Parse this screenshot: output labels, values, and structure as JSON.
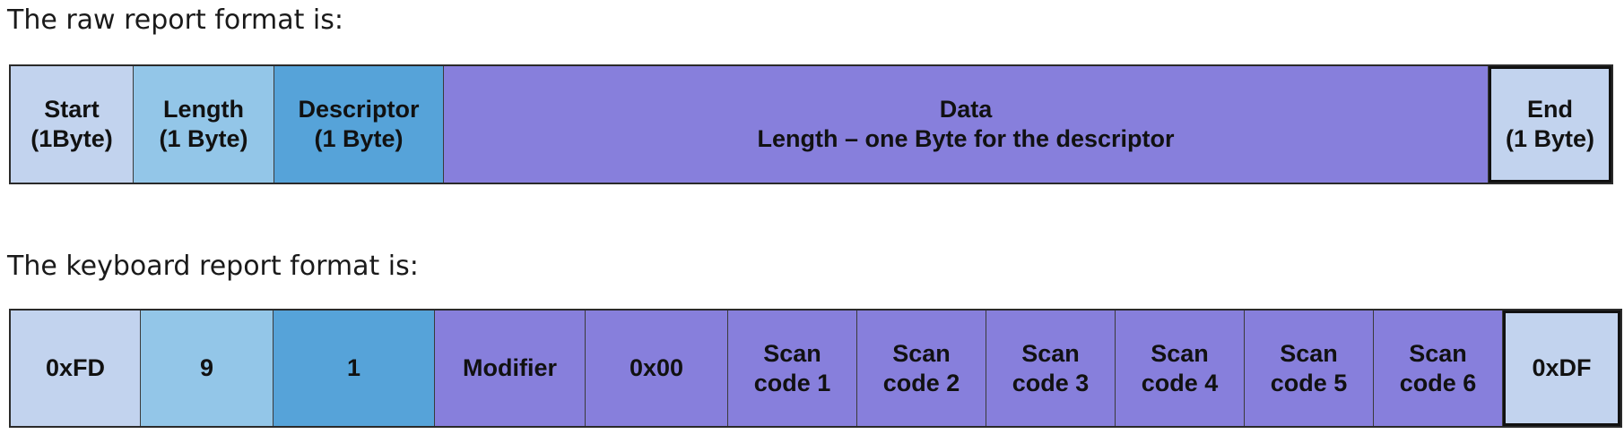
{
  "captions": {
    "raw": "The raw report format is:",
    "keyboard": "The keyboard report format is:"
  },
  "raw_report": {
    "start": "Start\n(1Byte)",
    "length": "Length\n(1 Byte)",
    "descriptor": "Descriptor\n(1 Byte)",
    "data": "Data\nLength – one  Byte for the descriptor",
    "end": "End\n(1 Byte)"
  },
  "keyboard_report": {
    "start": "0xFD",
    "length": "9",
    "descriptor": "1",
    "modifier": "Modifier",
    "reserved": "0x00",
    "scan_codes": [
      "Scan\ncode 1",
      "Scan\ncode 2",
      "Scan\ncode 3",
      "Scan\ncode 4",
      "Scan\ncode 5",
      "Scan\ncode 6"
    ],
    "end": "0xDF"
  },
  "colors": {
    "start_end": "#c2d3ee",
    "length": "#93c6e8",
    "descriptor": "#56a3d9",
    "data": "#877fdc"
  }
}
